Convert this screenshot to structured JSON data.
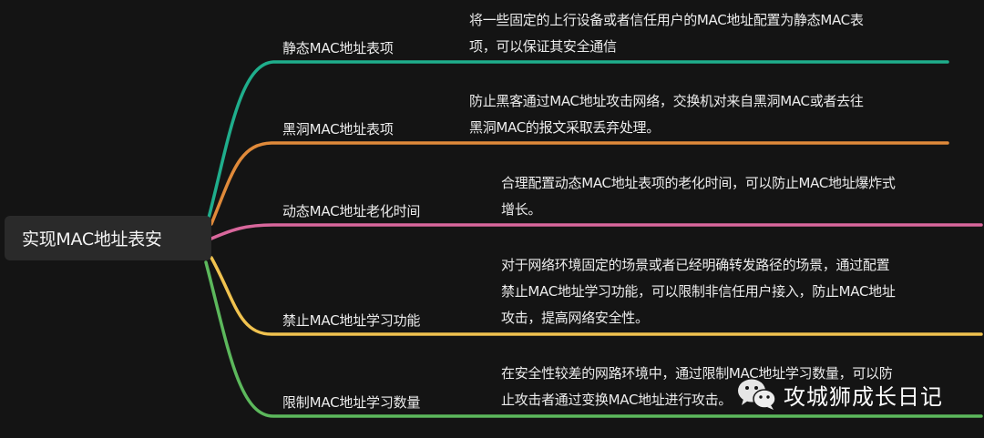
{
  "root": {
    "label": "实现MAC地址表安"
  },
  "branches": [
    {
      "label": "静态MAC地址表项",
      "color": "#1fae8c",
      "description_lines": [
        "将一些固定的上行设备或者信任用户的MAC地址配置为静态MAC表",
        "项，可以保证其安全通信"
      ]
    },
    {
      "label": "黑洞MAC地址表项",
      "color": "#e08a3a",
      "description_lines": [
        "防止黑客通过MAC地址攻击网络，交换机对来自黑洞MAC或者去往",
        "黑洞MAC的报文采取丢弃处理。"
      ]
    },
    {
      "label": "动态MAC地址老化时间",
      "color": "#d9679c",
      "description_lines": [
        "合理配置动态MAC地址表项的老化时间，可以防止MAC地址爆炸式",
        "增长。"
      ]
    },
    {
      "label": "禁止MAC地址学习功能",
      "color": "#f0c24f",
      "description_lines": [
        "对于网络环境固定的场景或者已经明确转发路径的场景，通过配置",
        "禁止MAC地址学习功能，可以限制非信任用户接入，防止MAC地址",
        "攻击，提高网络安全性。"
      ]
    },
    {
      "label": "限制MAC地址学习数量",
      "color": "#5cb85c",
      "description_lines": [
        "在安全性较差的网路环境中，通过限制MAC地址学习数量，可以防",
        "止攻击者通过变换MAC地址进行攻击。"
      ]
    }
  ],
  "watermark": {
    "icon": "wechat-icon",
    "text": "攻城狮成长日记"
  },
  "background_color": "#141414"
}
